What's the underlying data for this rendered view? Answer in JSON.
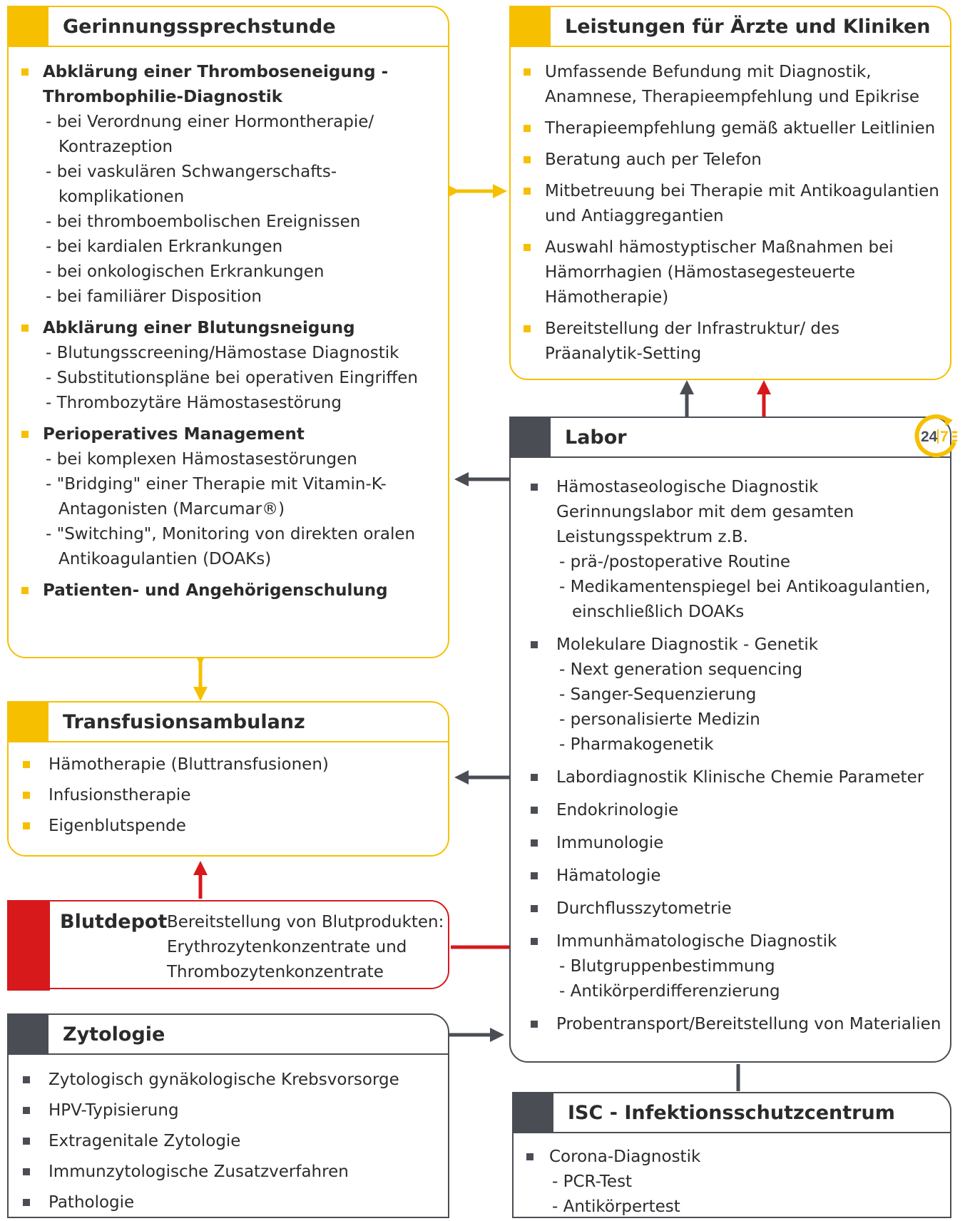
{
  "colors": {
    "yellow": "#f6c000",
    "dark": "#4a4e54",
    "red": "#d7191c",
    "text": "#2b2b2b"
  },
  "gerinnung": {
    "title": "Gerinnungssprechstunde",
    "items": [
      {
        "label": "Abklärung einer Thromboseneigung - Thrombophilie-Diagnostik",
        "subs": [
          "- bei Verordnung einer Hormontherapie/ Kontrazeption",
          "- bei vaskulären Schwangerschafts- komplikationen",
          "- bei thromboembolischen Ereignissen",
          "- bei kardialen Erkrankungen",
          "- bei onkologischen Erkrankungen",
          "- bei familiärer Disposition"
        ]
      },
      {
        "label": "Abklärung einer Blutungsneigung",
        "subs": [
          "- Blutungsscreening/Hämostase Diagnostik",
          "- Substitutionspläne bei operativen Eingriffen",
          "- Thrombozytäre Hämostasestörung"
        ]
      },
      {
        "label": "Perioperatives Management",
        "subs": [
          "- bei komplexen Hämostasestörungen",
          "- \"Bridging\" einer Therapie mit Vitamin-K-Antagonisten (Marcumar®)",
          "- \"Switching\", Monitoring von direkten oralen Antikoagulantien (DOAKs)"
        ]
      },
      {
        "label": "Patienten- und Angehörigenschulung"
      }
    ]
  },
  "leistungen": {
    "title": "Leistungen für Ärzte und Kliniken",
    "items": [
      "Umfassende Befundung mit Diagnostik, Anamnese, Therapieempfehlung und Epikrise",
      "Therapieempfehlung gemäß aktueller Leitlinien",
      "Beratung auch per Telefon",
      "Mitbetreuung bei Therapie mit Antikoagulantien und Antiaggregantien",
      "Auswahl hämostyptischer Maßnahmen bei Hämorrhagien (Hämostasegesteuerte Hämotherapie)",
      "Bereitstellung der Infrastruktur/ des Präanalytik-Setting"
    ]
  },
  "transfusion": {
    "title": "Transfusionsambulanz",
    "items": [
      "Hämotherapie (Bluttransfusionen)",
      "Infusionstherapie",
      "Eigenblutspende"
    ]
  },
  "blutdepot": {
    "title": "Blutdepot",
    "text": "Bereitstellung von Blutprodukten: Erythrozytenkonzentrate und Thrombozytenkonzentrate"
  },
  "zytologie": {
    "title": "Zytologie",
    "items": [
      "Zytologisch gynäkologische Krebsvorsorge",
      "HPV-Typisierung",
      "Extragenitale Zytologie",
      "Immunzytologische Zusatzverfahren",
      "Pathologie"
    ]
  },
  "labor": {
    "title": "Labor",
    "badge": {
      "left": "24",
      "right": "7"
    },
    "items": [
      {
        "label": "Hämostaseologische Diagnostik Gerinnungslabor mit dem gesamten Leistungsspektrum z.B.",
        "subs": [
          "- prä-/postoperative Routine",
          "- Medikamentenspiegel bei Antikoagulantien, einschließlich DOAKs"
        ]
      },
      {
        "label": "Molekulare Diagnostik - Genetik",
        "subs": [
          "- Next generation sequencing",
          "- Sanger-Sequenzierung",
          "- personalisierte Medizin",
          "- Pharmakogenetik"
        ]
      },
      {
        "label": "Labordiagnostik Klinische Chemie Parameter"
      },
      {
        "label": "Endokrinologie"
      },
      {
        "label": "Immunologie"
      },
      {
        "label": "Hämatologie"
      },
      {
        "label": "Durchflusszytometrie"
      },
      {
        "label": "Immunhämatologische Diagnostik",
        "subs": [
          "- Blutgruppenbestimmung",
          "- Antikörperdifferenzierung"
        ]
      },
      {
        "label": "Probentransport/Bereitstellung von Materialien"
      }
    ]
  },
  "isc": {
    "title": "ISC - Infektionsschutzcentrum",
    "items": [
      {
        "label": "Corona-Diagnostik",
        "subs": [
          "- PCR-Test",
          "- Antikörpertest"
        ]
      }
    ]
  }
}
